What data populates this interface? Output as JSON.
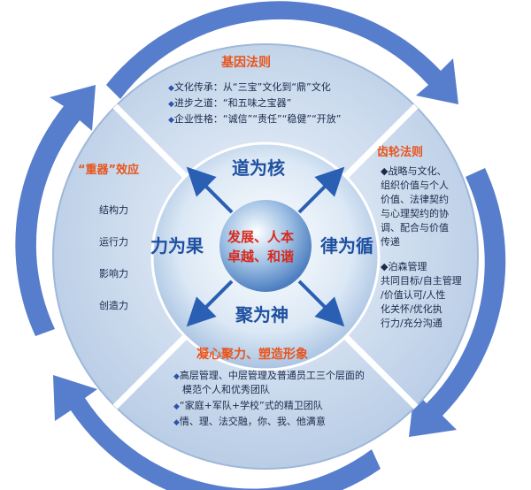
{
  "colors": {
    "outer_ring": "#c9d9ee",
    "arrows": "#3a66c4",
    "center": "#e8f2fb",
    "accent_orange": "#e8541c",
    "accent_blue": "#1e4fa0",
    "center_text": "#d8281c"
  },
  "top": {
    "title": "基因法则",
    "items": [
      "文化传承：从“三宝”文化到“鼎”文化",
      "进步之道：“和五味之宝器”",
      "企业性格：“诚信”“责任”“稳健”“开放”"
    ]
  },
  "left": {
    "title": "“重器”效应",
    "items": [
      "结构力",
      "运行力",
      "影响力",
      "创造力"
    ]
  },
  "right": {
    "title": "齿轮法则",
    "block1": [
      "◆战略与文化、",
      "组织价值与个人",
      "价值、法律契约",
      "与心理契约的协",
      "调、配合与价值",
      "传递"
    ],
    "block2": [
      "◆泊森管理",
      "共同目标/自主管理",
      "/价值认可/人性",
      "化关怀/优化执",
      "行力/充分沟通"
    ]
  },
  "bottom": {
    "title": "凝心聚力、塑造形象",
    "items": [
      "高层管理、中层管理及普通员工三个层面的",
      "模范个人和优秀团队",
      "“家庭+军队+学校”式的精卫团队",
      "情、理、法交融，你、我、他满意"
    ]
  },
  "inner": {
    "top": "道为核",
    "left": "力为果",
    "right": "律为循",
    "bottom": "聚为神",
    "center_line1": "发展、人本",
    "center_line2": "卓越、和谐"
  }
}
